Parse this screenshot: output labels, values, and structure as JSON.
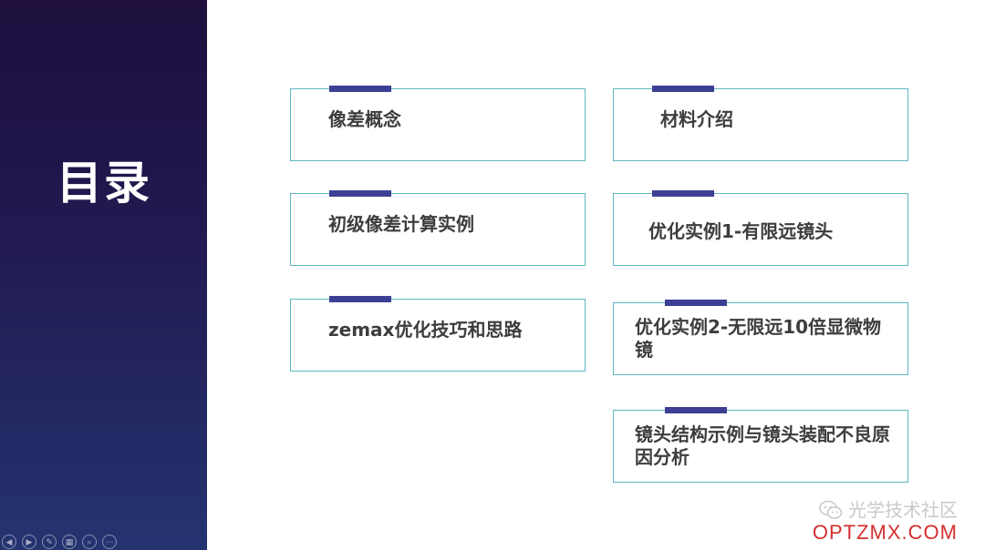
{
  "sidebar": {
    "title": "目录"
  },
  "items": [
    {
      "label": "像差概念"
    },
    {
      "label": "材料介绍"
    },
    {
      "label": "初级像差计算实例"
    },
    {
      "label": "优化实例1-有限远镜头"
    },
    {
      "label": "zemax优化技巧和思路"
    },
    {
      "label": "优化实例2-无限远10倍显微物镜"
    },
    {
      "label": "镜头结构示例与镜头装配不良原因分析"
    }
  ],
  "player": {
    "controls": [
      "prev-icon",
      "next-icon",
      "pen-icon",
      "slides-icon",
      "zoom-icon",
      "more-icon"
    ]
  },
  "watermark": {
    "name": "光学技术社区",
    "site": "OPTZMX.COM"
  },
  "colors": {
    "sidebar_top": "#1e0f3d",
    "sidebar_bottom": "#243470",
    "card_border": "#5fb7c2",
    "accent_bar": "#3c3f93",
    "text": "#3d3d3d",
    "watermark_red": "#d32f2f"
  }
}
